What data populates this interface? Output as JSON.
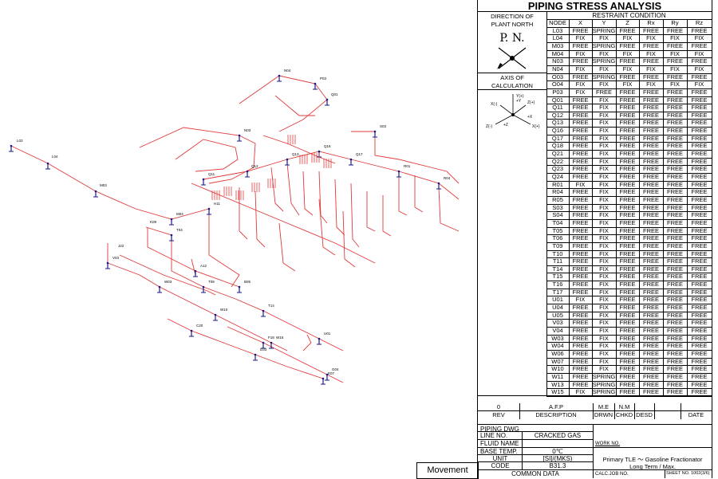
{
  "title": "PIPING STRESS ANALYSIS",
  "direction": {
    "line1": "DIRECTION OF",
    "line2": "PLANT NORTH",
    "pn": "P. N."
  },
  "axis": {
    "line1": "AXIS OF",
    "line2": "CALCULATION",
    "labels": [
      "Y(+)",
      "+Y",
      "Z(-)",
      "X(-)",
      "X(+)",
      "Z(+)",
      "+Z",
      "+X"
    ]
  },
  "restraint": {
    "heading": "RESTRAINT CONDITION",
    "columns": [
      "NODE",
      "X",
      "Y",
      "Z",
      "Rx",
      "Ry",
      "Rz"
    ],
    "rows": [
      [
        "L03",
        "FREE",
        "SPRING",
        "FREE",
        "FREE",
        "FREE",
        "FREE"
      ],
      [
        "L04",
        "FIX",
        "FIX",
        "FIX",
        "FIX",
        "FIX",
        "FIX"
      ],
      [
        "M03",
        "FREE",
        "SPRING",
        "FREE",
        "FREE",
        "FREE",
        "FREE"
      ],
      [
        "M04",
        "FIX",
        "FIX",
        "FIX",
        "FIX",
        "FIX",
        "FIX"
      ],
      [
        "N03",
        "FREE",
        "SPRING",
        "FREE",
        "FREE",
        "FREE",
        "FREE"
      ],
      [
        "N04",
        "FIX",
        "FIX",
        "FIX",
        "FIX",
        "FIX",
        "FIX"
      ],
      [
        "O03",
        "FREE",
        "SPRING",
        "FREE",
        "FREE",
        "FREE",
        "FREE"
      ],
      [
        "O04",
        "FIX",
        "FIX",
        "FIX",
        "FIX",
        "FIX",
        "FIX"
      ],
      [
        "P03",
        "FIX",
        "FREE",
        "FREE",
        "FREE",
        "FREE",
        "FREE"
      ],
      [
        "Q01",
        "FREE",
        "FIX",
        "FREE",
        "FREE",
        "FREE",
        "FREE"
      ],
      [
        "Q11",
        "FREE",
        "FIX",
        "FREE",
        "FREE",
        "FREE",
        "FREE"
      ],
      [
        "Q12",
        "FREE",
        "FIX",
        "FREE",
        "FREE",
        "FREE",
        "FREE"
      ],
      [
        "Q13",
        "FREE",
        "FIX",
        "FREE",
        "FREE",
        "FREE",
        "FREE"
      ],
      [
        "Q16",
        "FREE",
        "FIX",
        "FREE",
        "FREE",
        "FREE",
        "FREE"
      ],
      [
        "Q17",
        "FREE",
        "FIX",
        "FREE",
        "FREE",
        "FREE",
        "FREE"
      ],
      [
        "Q18",
        "FREE",
        "FIX",
        "FREE",
        "FREE",
        "FREE",
        "FREE"
      ],
      [
        "Q21",
        "FREE",
        "FIX",
        "FREE",
        "FREE",
        "FREE",
        "FREE"
      ],
      [
        "Q22",
        "FREE",
        "FIX",
        "FREE",
        "FREE",
        "FREE",
        "FREE"
      ],
      [
        "Q23",
        "FREE",
        "FIX",
        "FREE",
        "FREE",
        "FREE",
        "FREE"
      ],
      [
        "Q24",
        "FREE",
        "FIX",
        "FREE",
        "FREE",
        "FREE",
        "FREE"
      ],
      [
        "R01",
        "FIX",
        "FIX",
        "FREE",
        "FREE",
        "FREE",
        "FREE"
      ],
      [
        "R04",
        "FREE",
        "FIX",
        "FREE",
        "FREE",
        "FREE",
        "FREE"
      ],
      [
        "R05",
        "FREE",
        "FIX",
        "FREE",
        "FREE",
        "FREE",
        "FREE"
      ],
      [
        "S03",
        "FREE",
        "FIX",
        "FREE",
        "FREE",
        "FREE",
        "FREE"
      ],
      [
        "S04",
        "FREE",
        "FIX",
        "FREE",
        "FREE",
        "FREE",
        "FREE"
      ],
      [
        "T04",
        "FREE",
        "FIX",
        "FREE",
        "FREE",
        "FREE",
        "FREE"
      ],
      [
        "T05",
        "FREE",
        "FIX",
        "FREE",
        "FREE",
        "FREE",
        "FREE"
      ],
      [
        "T06",
        "FREE",
        "FIX",
        "FREE",
        "FREE",
        "FREE",
        "FREE"
      ],
      [
        "T09",
        "FREE",
        "FIX",
        "FREE",
        "FREE",
        "FREE",
        "FREE"
      ],
      [
        "T10",
        "FREE",
        "FIX",
        "FREE",
        "FREE",
        "FREE",
        "FREE"
      ],
      [
        "T11",
        "FREE",
        "FIX",
        "FREE",
        "FREE",
        "FREE",
        "FREE"
      ],
      [
        "T14",
        "FREE",
        "FIX",
        "FREE",
        "FREE",
        "FREE",
        "FREE"
      ],
      [
        "T15",
        "FREE",
        "FIX",
        "FREE",
        "FREE",
        "FREE",
        "FREE"
      ],
      [
        "T16",
        "FREE",
        "FIX",
        "FREE",
        "FREE",
        "FREE",
        "FREE"
      ],
      [
        "T17",
        "FREE",
        "FIX",
        "FREE",
        "FREE",
        "FREE",
        "FREE"
      ],
      [
        "U01",
        "FIX",
        "FIX",
        "FREE",
        "FREE",
        "FREE",
        "FREE"
      ],
      [
        "U04",
        "FREE",
        "FIX",
        "FREE",
        "FREE",
        "FREE",
        "FREE"
      ],
      [
        "U05",
        "FREE",
        "FIX",
        "FREE",
        "FREE",
        "FREE",
        "FREE"
      ],
      [
        "V03",
        "FREE",
        "FIX",
        "FREE",
        "FREE",
        "FREE",
        "FREE"
      ],
      [
        "V04",
        "FREE",
        "FIX",
        "FREE",
        "FREE",
        "FREE",
        "FREE"
      ],
      [
        "W03",
        "FREE",
        "FIX",
        "FREE",
        "FREE",
        "FREE",
        "FREE"
      ],
      [
        "W04",
        "FREE",
        "FIX",
        "FREE",
        "FREE",
        "FREE",
        "FREE"
      ],
      [
        "W06",
        "FREE",
        "FIX",
        "FREE",
        "FREE",
        "FREE",
        "FREE"
      ],
      [
        "W07",
        "FREE",
        "FIX",
        "FREE",
        "FREE",
        "FREE",
        "FREE"
      ],
      [
        "W10",
        "FREE",
        "FIX",
        "FREE",
        "FREE",
        "FREE",
        "FREE"
      ],
      [
        "W11",
        "FREE",
        "SPRING",
        "FREE",
        "FREE",
        "FREE",
        "FREE"
      ],
      [
        "W13",
        "FREE",
        "SPRING",
        "FREE",
        "FREE",
        "FREE",
        "FREE"
      ],
      [
        "W15",
        "FIX",
        "SPRING",
        "FREE",
        "FREE",
        "FREE",
        "FREE"
      ]
    ]
  },
  "revision": {
    "entry": [
      "0",
      "A.F.P",
      "M.E",
      "N.M"
    ],
    "headers": [
      "REV",
      "DESCRIPTION",
      "DRWN",
      "CHKD",
      "DESD",
      "",
      "DATE"
    ]
  },
  "info": {
    "piping_dwg_label": "PIPING DWG",
    "line_no_label": "LINE NO.",
    "line_no": "CRACKED GAS",
    "fluid_label": "FLUID NAME",
    "base_temp_label": "BASE TEMP.",
    "base_temp": "0℃",
    "unit_label": "UNIT",
    "unit": "[SI]/(MKS)",
    "code_label": "CODE",
    "code": "B31.3",
    "common_data": "COMMON DATA",
    "work_no_label": "WORK NO.",
    "subject": "Primary TLE ～ Gasoline Fractionator",
    "case": "Long Term / Max.",
    "calc_job": "CALC.JOB NO.",
    "sheet": "SHEET NO. 1002(3/6)"
  },
  "movement_label": "Movement",
  "node_labels": [
    "L03",
    "L04",
    "M03",
    "M04",
    "N03",
    "N04",
    "P03",
    "Q01",
    "Q11",
    "Q12",
    "Q13",
    "Q16",
    "Q17",
    "R01",
    "R04",
    "S03",
    "T04",
    "T09",
    "T14",
    "U01",
    "V03",
    "W03",
    "W10",
    "W15",
    "A12",
    "B05",
    "C20",
    "D33",
    "E07",
    "F18",
    "G04",
    "H11",
    "J22",
    "K09"
  ],
  "colors": {
    "pipe": "#e03a3a",
    "support": "#1a1a8a",
    "ink": "#000000"
  }
}
